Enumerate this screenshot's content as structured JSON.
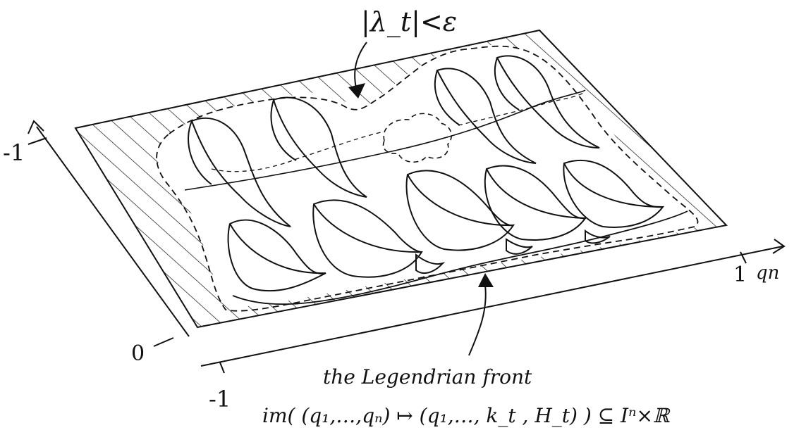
{
  "annotations": {
    "epsilon_region": "|λ_t|<ε",
    "front_label": "the Legendrian front",
    "front_formula": "im( (q₁,…,qₙ) ↦ (q₁,…, k_t , H_t) ) ⊆ Iⁿ×ℝ"
  },
  "axes": {
    "vertical_tick": "-1",
    "origin_tick": "0",
    "horizontal_left_tick": "-1",
    "horizontal_right_tick": "1",
    "horizontal_axis_name": "qn"
  },
  "colors": {
    "ink": "#111111",
    "background": "#ffffff"
  }
}
